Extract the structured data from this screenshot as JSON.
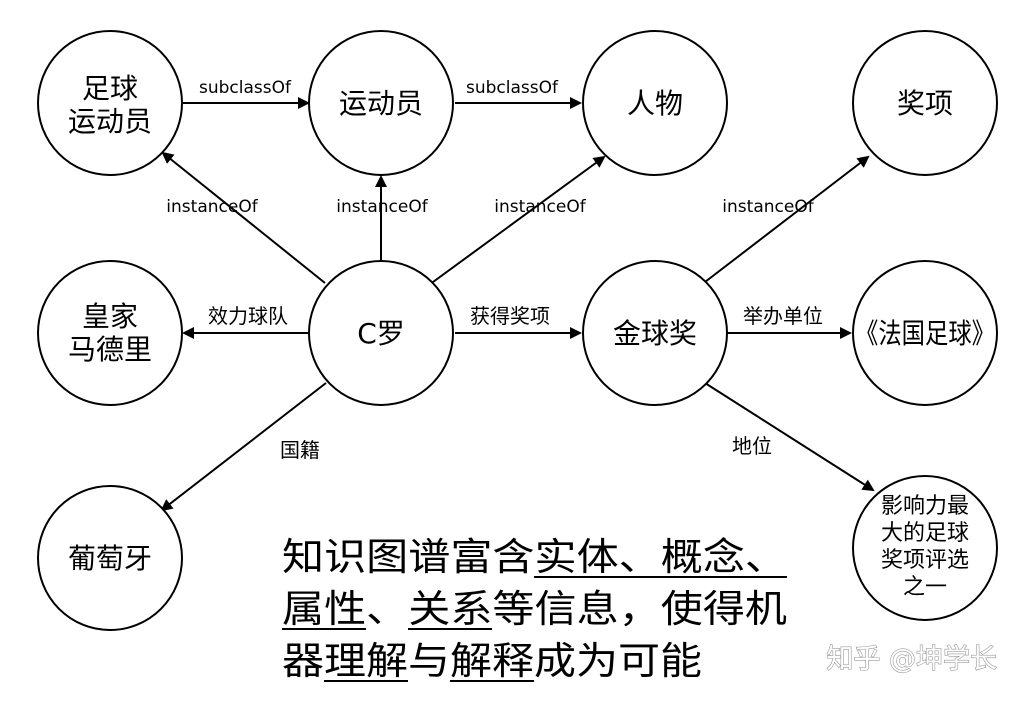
{
  "nodes": {
    "football_player": [
      "足球",
      "运动员"
    ],
    "athlete": [
      "运动员"
    ],
    "person": [
      "人物"
    ],
    "award": [
      "奖项"
    ],
    "real_madrid": [
      "皇家",
      "马德里"
    ],
    "c_ronaldo": [
      "C罗"
    ],
    "ballon_dor": [
      "金球奖"
    ],
    "france_football": [
      "《法国足球》"
    ],
    "portugal": [
      "葡萄牙"
    ],
    "influence": [
      "影响力最",
      "大的足球",
      "奖项评选",
      "之一"
    ]
  },
  "edges": {
    "subclass_1": "subclassOf",
    "subclass_2": "subclassOf",
    "instance_1": "instanceOf",
    "instance_2": "instanceOf",
    "instance_3": "instanceOf",
    "instance_4": "instanceOf",
    "plays_for": "效力球队",
    "won_award": "获得奖项",
    "organizer": "举办单位",
    "nationality": "国籍",
    "status": "地位"
  },
  "caption": {
    "line1": "知识图谱富含实体、概念、",
    "line2": "属性、关系等信息，使得机",
    "line3": "器理解与解释成为可能"
  },
  "watermark": "知乎 @坤学长"
}
